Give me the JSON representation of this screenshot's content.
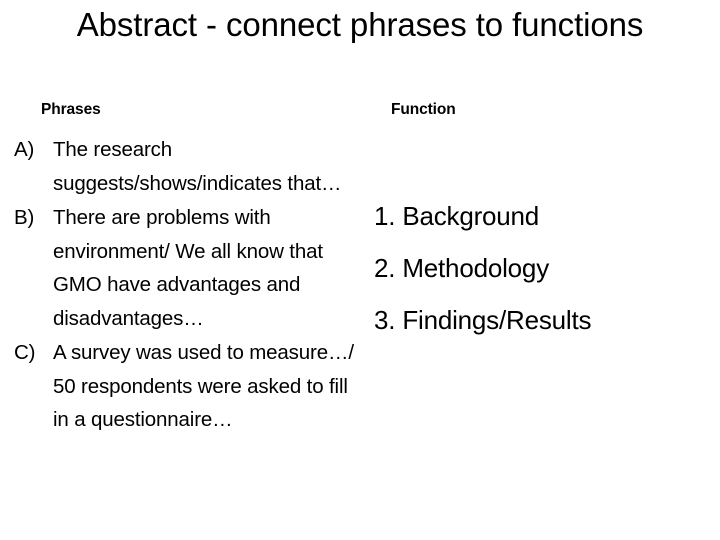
{
  "slide": {
    "title": "Abstract - connect phrases to functions",
    "background_color": "#ffffff",
    "text_color": "#000000"
  },
  "columns": {
    "phrases": {
      "header": "Phrases",
      "items": [
        {
          "marker": "A)",
          "text": "The research suggests/shows/indicates that…"
        },
        {
          "marker": "B)",
          "text": "There are problems with environment/ We all know that GMO have advantages and disadvantages…"
        },
        {
          "marker": "C)",
          "text": "A survey was used to measure…/ 50 respondents were asked to fill in a questionnaire…"
        }
      ]
    },
    "functions": {
      "header": "Function",
      "items": [
        {
          "number": "1.",
          "label": "Background"
        },
        {
          "number": "2.",
          "label": "Methodology"
        },
        {
          "number": "3.",
          "label": "Findings/Results"
        }
      ]
    }
  }
}
